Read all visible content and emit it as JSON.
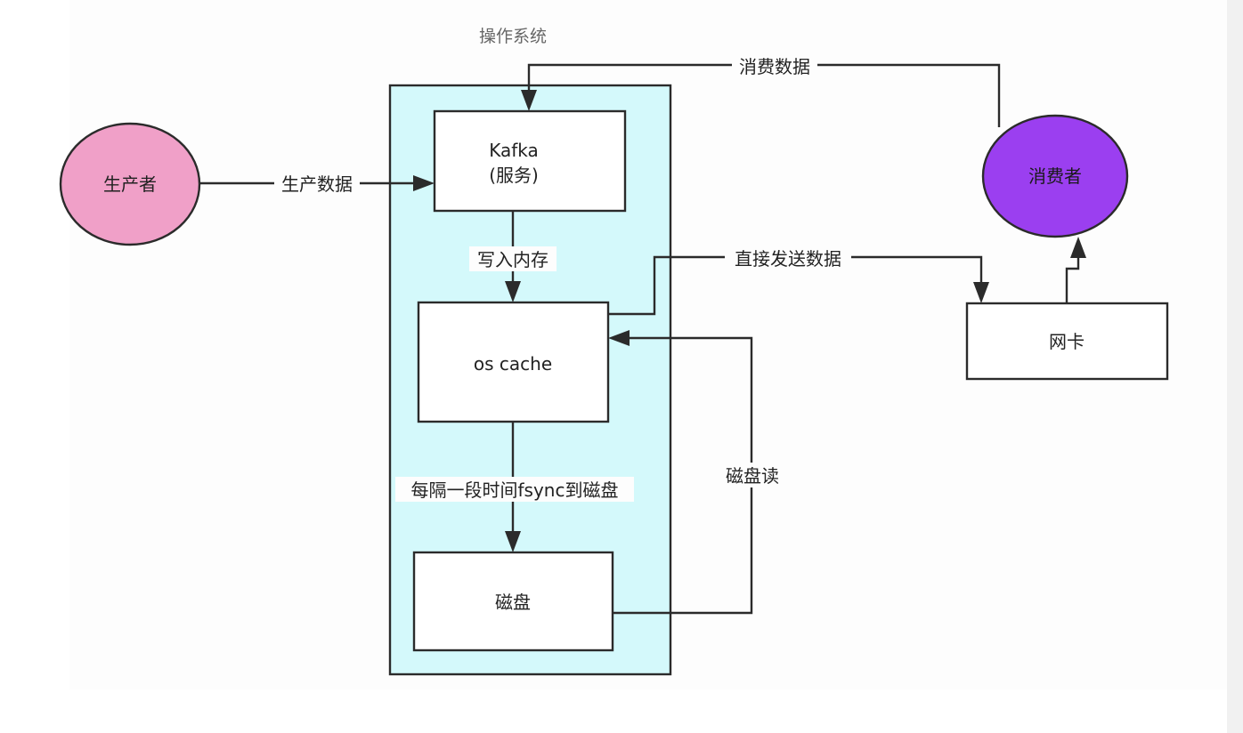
{
  "colors": {
    "container_fill": "#d4f9fb",
    "producer_fill": "#f0a0c8",
    "consumer_fill": "#9b3ff0",
    "box_fill": "#ffffff",
    "stroke": "#2b2b2b"
  },
  "container": {
    "label": "操作系统"
  },
  "nodes": {
    "producer": {
      "label": "生产者"
    },
    "consumer": {
      "label": "消费者"
    },
    "kafka": {
      "line1": "Kafka",
      "line2": "(服务)"
    },
    "os_cache": {
      "label": "os cache"
    },
    "disk": {
      "label": "磁盘"
    },
    "nic": {
      "label": "网卡"
    }
  },
  "edges": {
    "produce": {
      "label": "生产数据"
    },
    "consume": {
      "label": "消费数据"
    },
    "write_memory": {
      "label": "写入内存"
    },
    "send_direct": {
      "label": "直接发送数据"
    },
    "fsync": {
      "label": "每隔一段时间fsync到磁盘"
    },
    "disk_read": {
      "label": "磁盘读"
    }
  }
}
